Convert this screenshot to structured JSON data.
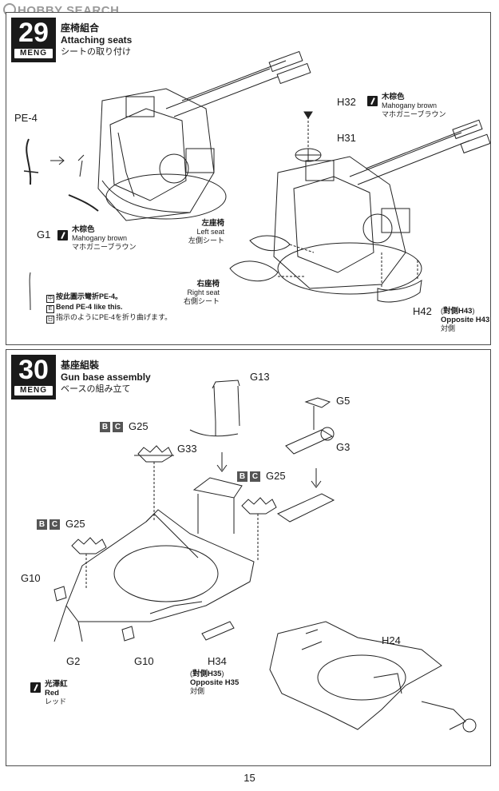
{
  "watermark": "HOBBY SEARCH",
  "steps": [
    {
      "number": "29",
      "brand": "MENG",
      "title_cn": "座椅組合",
      "title_en": "Attaching seats",
      "title_jp": "シートの取り付け",
      "labels": {
        "pe4": "PE-4",
        "g1": "G1",
        "h32": "H32",
        "h31": "H31",
        "h42": "H42",
        "opp_h43_cn": "對側H43",
        "opp_h43_en": "Opposite H43",
        "opp_h43_jp": "対側"
      },
      "paint_g1": {
        "cn": "木棕色",
        "en": "Mahogany brown",
        "jp": "マホガニーブラウン"
      },
      "paint_h32": {
        "cn": "木棕色",
        "en": "Mahogany brown",
        "jp": "マホガニーブラウン"
      },
      "left_seat": {
        "cn": "左座椅",
        "en": "Left seat",
        "jp": "左側シート"
      },
      "right_seat": {
        "cn": "右座椅",
        "en": "Right seat",
        "jp": "右側シート"
      },
      "note": {
        "cn": "按此圖示彎折PE-4。",
        "en": "Bend PE-4 like this.",
        "jp": "指示のようにPE-4を折り曲げます。"
      }
    },
    {
      "number": "30",
      "brand": "MENG",
      "title_cn": "基座組裝",
      "title_en": "Gun base assembly",
      "title_jp": "ベースの組み立て",
      "labels": {
        "g13": "G13",
        "g5": "G5",
        "g3": "G3",
        "g33": "G33",
        "g25a": "G25",
        "g25b": "G25",
        "g25c": "G25",
        "g10a": "G10",
        "g10b": "G10",
        "g2": "G2",
        "h34": "H34",
        "opp_h35_cn": "對側H35",
        "opp_h35_en": "Opposite H35",
        "opp_h35_jp": "対側",
        "h24": "H24",
        "b": "B",
        "c": "C"
      },
      "paint_g10": {
        "cn": "光澤紅",
        "en": "Red",
        "jp": "レッド"
      }
    }
  ],
  "page_number": "15"
}
